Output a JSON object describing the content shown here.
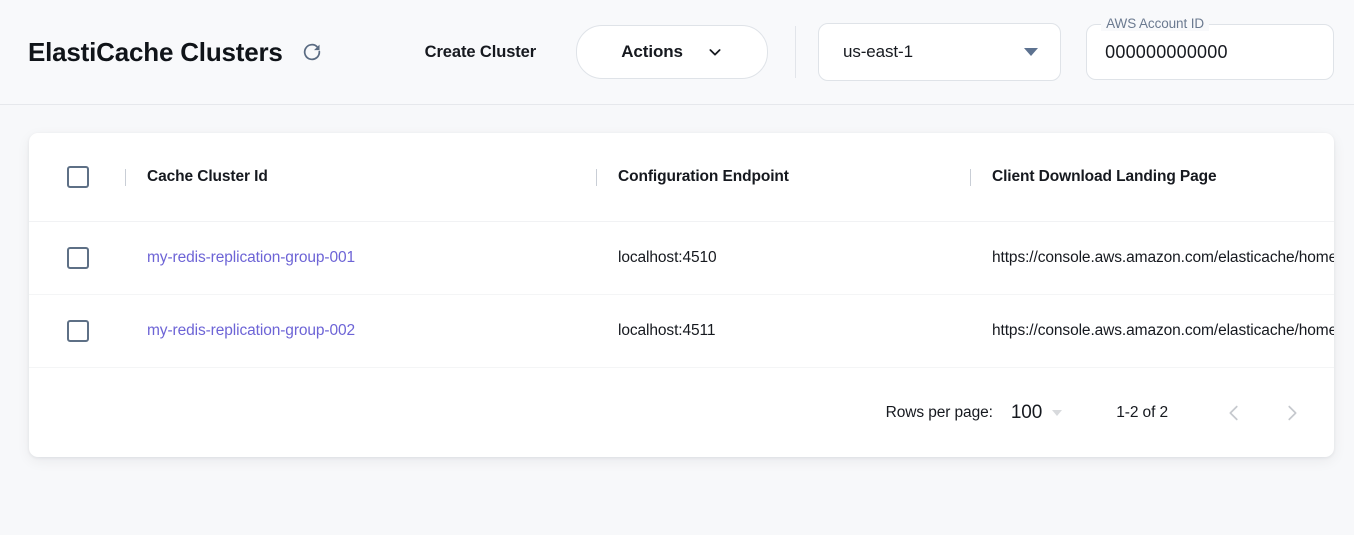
{
  "header": {
    "title": "ElastiCache Clusters",
    "refresh_icon": "refresh-icon",
    "create_cluster_label": "Create Cluster",
    "actions_label": "Actions",
    "actions_icon": "chevron-down-icon",
    "region": {
      "value": "us-east-1",
      "caret_icon": "caret-down-icon"
    },
    "account": {
      "legend": "AWS Account ID",
      "value": "000000000000"
    }
  },
  "table": {
    "columns": [
      "Cache Cluster Id",
      "Configuration Endpoint",
      "Client Download Landing Page"
    ],
    "rows": [
      {
        "cache_cluster_id": "my-redis-replication-group-001",
        "configuration_endpoint": "localhost:4510",
        "client_download_landing_page": "https://console.aws.amazon.com/elasticache/home"
      },
      {
        "cache_cluster_id": "my-redis-replication-group-002",
        "configuration_endpoint": "localhost:4511",
        "client_download_landing_page": "https://console.aws.amazon.com/elasticache/home"
      }
    ]
  },
  "pagination": {
    "rows_per_page_label": "Rows per page:",
    "rows_per_page_value": "100",
    "range_label": "1-2 of 2",
    "prev_icon": "chevron-left-icon",
    "next_icon": "chevron-right-icon"
  },
  "colors": {
    "page_background": "#f7f8fa",
    "card_background": "#ffffff",
    "link": "#6d64d6",
    "checkbox_border": "#5e7086",
    "muted_text": "#6b7a90"
  }
}
